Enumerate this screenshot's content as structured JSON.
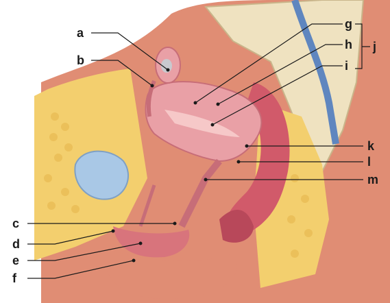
{
  "figure": {
    "labels": {
      "a": "a",
      "b": "b",
      "c": "c",
      "d": "d",
      "e": "e",
      "f": "f",
      "g": "g",
      "h": "h",
      "i": "i",
      "j": "j",
      "k": "k",
      "l": "l",
      "m": "m"
    },
    "colors": {
      "skin": "#d9826b",
      "skin_dark": "#b85e4c",
      "fat": "#f3cf6e",
      "fat_cell": "#e6b44a",
      "muscle": "#d8747c",
      "organ_pink": "#e9a0a6",
      "organ_light": "#f6c8c8",
      "bladder": "#a9c8e6",
      "bone": "#efe2c0",
      "bone_edge": "#c9b58a",
      "vessel_blue": "#5f86bf",
      "rectum": "#d15a6a"
    }
  }
}
